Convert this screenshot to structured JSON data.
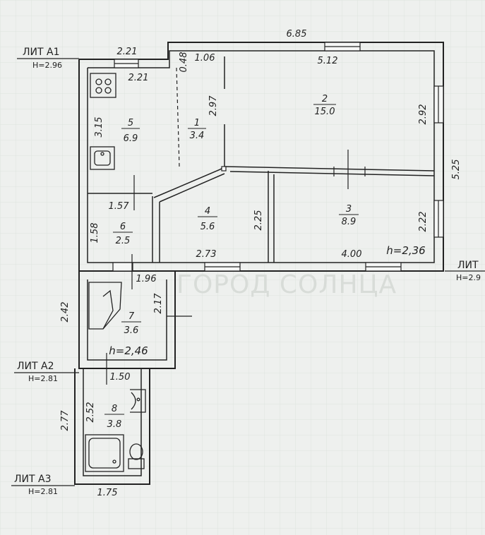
{
  "markers": {
    "a1": {
      "name": "ЛИТ А1",
      "h": "H=2.96"
    },
    "a2": {
      "name": "ЛИТ А2",
      "h": "H=2.81"
    },
    "a3": {
      "name": "ЛИТ А3",
      "h": "H=2.81"
    },
    "right": {
      "name": "ЛИТ",
      "h": "H=2.9"
    }
  },
  "rooms": [
    {
      "num": "1",
      "area": "3.4"
    },
    {
      "num": "2",
      "area": "15.0"
    },
    {
      "num": "3",
      "area": "8.9"
    },
    {
      "num": "4",
      "area": "5.6"
    },
    {
      "num": "5",
      "area": "6.9"
    },
    {
      "num": "6",
      "area": "2.5"
    },
    {
      "num": "7",
      "area": "3.6"
    },
    {
      "num": "8",
      "area": "3.8"
    }
  ],
  "dims": {
    "top_total": "6.85",
    "top_left_outer": "2.21",
    "kitchen_top": "2.21",
    "corridor_top": "1.06",
    "door_gap": "0.48",
    "room2_top": "5.12",
    "room2_right": "2.92",
    "right_total": "5.25",
    "room3_right": "2.22",
    "kitchen_height": "3.15",
    "corridor_height": "2.97",
    "room6_width": "1.57",
    "room6_height": "1.58",
    "room4_bottom": "2.73",
    "room3_left": "2.25",
    "room3_bottom": "4.00",
    "ceiling_main": "h=2,36",
    "room7_top": "1.96",
    "room7_height": "2.17",
    "room7_left": "2.42",
    "ceiling_a2": "h=2,46",
    "room8_top": "1.50",
    "room8_height": "2.52",
    "room8_left": "2.77",
    "room8_bottom": "1.75"
  },
  "watermark": "ГОРОД СОЛНЦА"
}
